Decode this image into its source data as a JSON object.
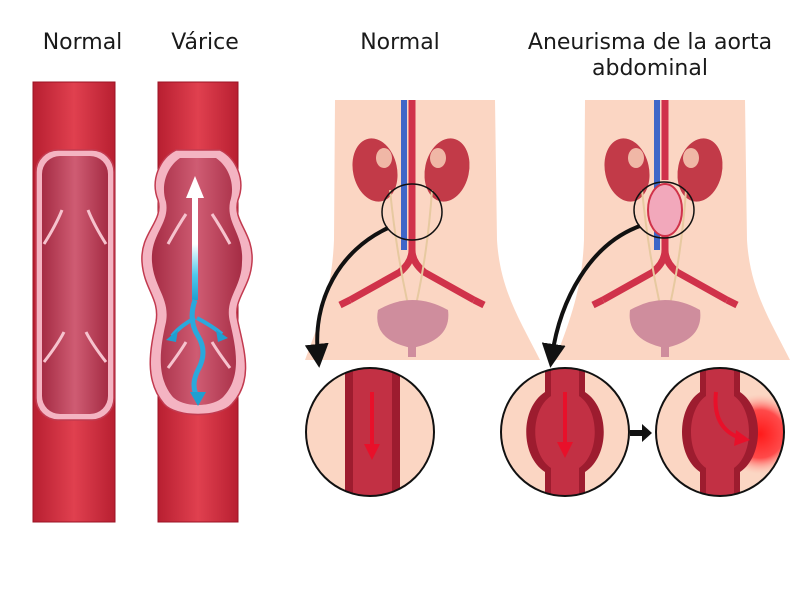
{
  "labels": {
    "normal_vein": "Normal",
    "varice": "Várice",
    "normal_aorta": "Normal",
    "aneurysm_line1": "Aneurisma de la aorta",
    "aneurysm_line2": "abdominal"
  },
  "colors": {
    "vessel_red": "#d32d3f",
    "vessel_dark": "#a51627",
    "lumen": "#c8475e",
    "lumen_light": "#e28aa0",
    "wall_pink": "#f4b4c2",
    "skin": "#fbd6c3",
    "kidney": "#c23a48",
    "bladder": "#cf8d9d",
    "flow_arrow": "#e8102a",
    "back_flow": "#34b6e0",
    "rupture_glow": "#ff2a2a"
  }
}
